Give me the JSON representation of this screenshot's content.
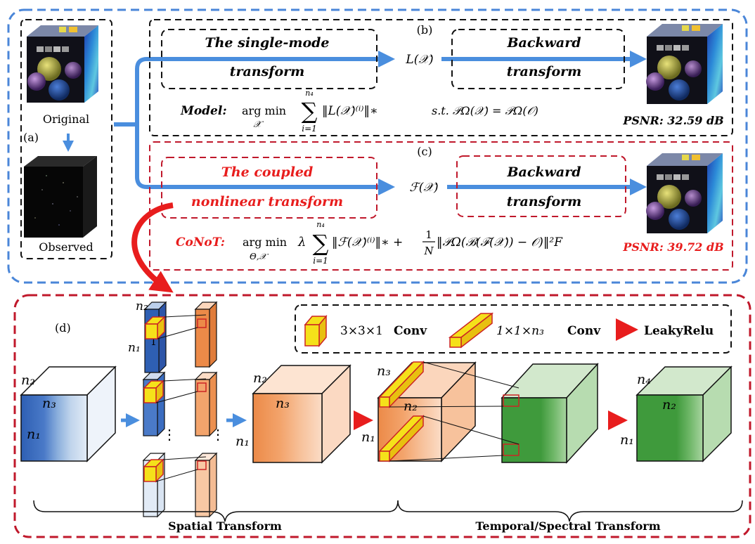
{
  "colors": {
    "outer_blue": "#4a86d8",
    "outer_red": "#c0182b",
    "arrow_blue": "#4a8ede",
    "arrow_red": "#e81d1d",
    "blue_cube": "#3f70c0",
    "orange_cube": "#f0a068",
    "green_cube": "#3f9a3c",
    "conv_yellow": "#f5e11a",
    "conv_edge": "#cc2424"
  },
  "panel_a": {
    "label": "(a)",
    "original_label": "Original",
    "observed_label": "Observed"
  },
  "panel_b": {
    "label": "(b)",
    "transform_line1": "The single-mode",
    "transform_line2": "transform",
    "output_label": "L(𝒳)",
    "backward_line1": "Backward",
    "backward_line2": "transform",
    "model_label": "Model:",
    "model_argmin": "arg min",
    "model_argmin_sub": "𝒳",
    "sum_top": "n₄",
    "sum_bottom": "i=1",
    "model_term": "‖L(𝒳)⁽ⁱ⁾‖∗",
    "constraint": "s.t.   𝒫Ω(𝒳) = 𝒫Ω(𝒪)",
    "psnr": "PSNR: 32.59 dB"
  },
  "panel_c": {
    "label": "(c)",
    "transform_line1": "The coupled",
    "transform_line2": "nonlinear transform",
    "output_label": "ℱ(𝒳)",
    "backward_line1": "Backward",
    "backward_line2": "transform",
    "model_label": "CoNoT:",
    "model_argmin": "arg min",
    "model_argmin_sub": "Θ,𝒳",
    "lambda": "λ",
    "sum_top": "n₄",
    "sum_bottom": "i=1",
    "model_term": "‖ℱ(𝒳)⁽ⁱ⁾‖∗ +",
    "frac_num": "1",
    "frac_den": "N",
    "model_term2": "‖𝒫Ω(ℬ(ℱ(𝒳)) − 𝒪)‖²F",
    "psnr": "PSNR: 39.72 dB"
  },
  "panel_d": {
    "label": "(d)",
    "legend_conv3": "3×3×1",
    "legend_conv1": "1×1×n₃",
    "legend_conv_word": "Conv",
    "legend_leaky": "LeakyRelu",
    "dim_n1": "n₁",
    "dim_n2": "n₂",
    "dim_n3": "n₃",
    "dim_n4": "n₄",
    "dim_one": "1",
    "vdots": "⋮",
    "spatial_label": "Spatial Transform",
    "temporal_label": "Temporal/Spectral Transform"
  }
}
